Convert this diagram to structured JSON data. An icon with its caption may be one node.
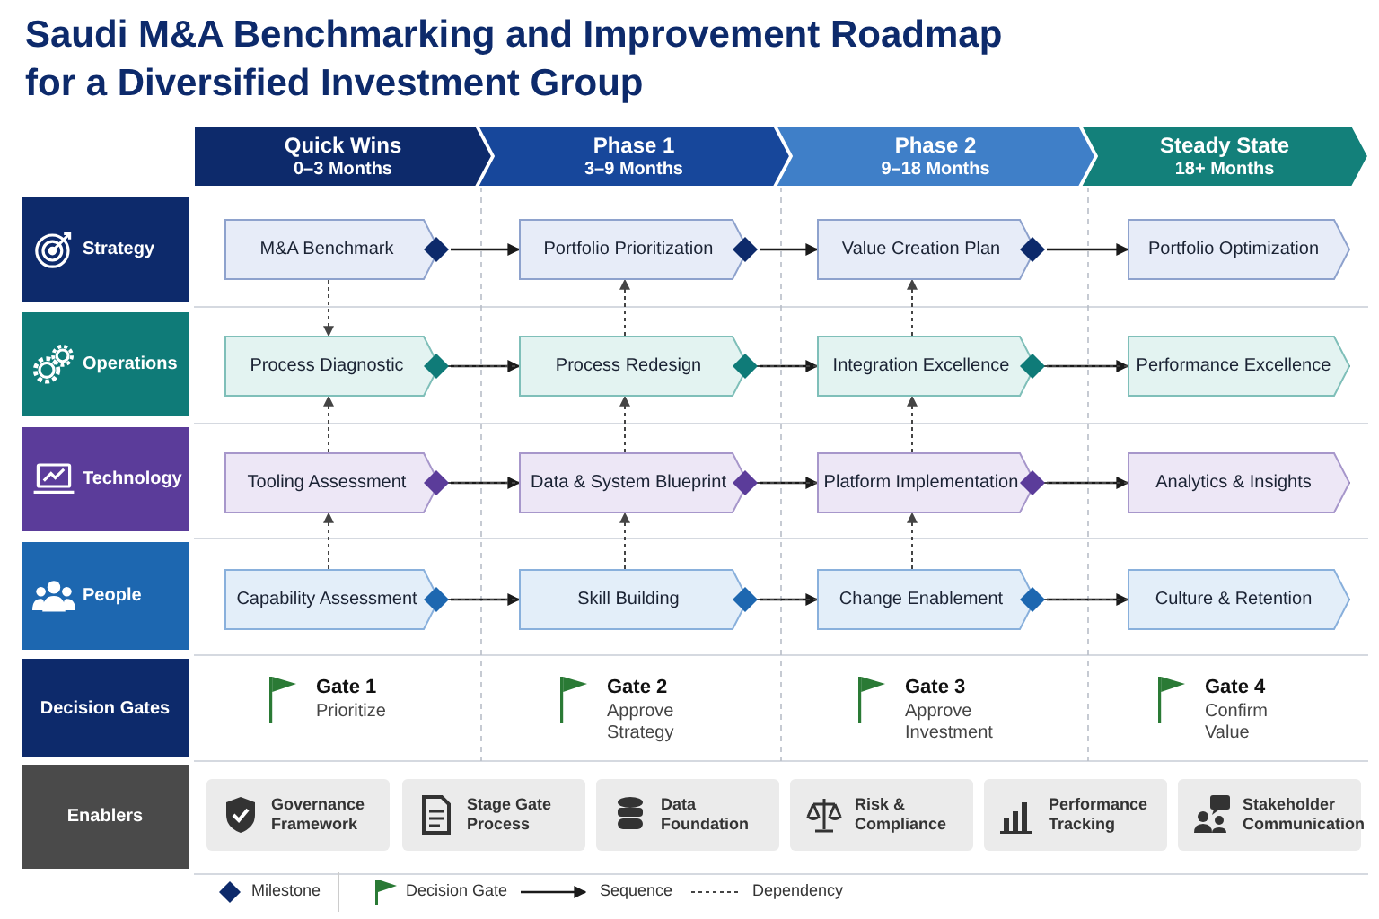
{
  "diagram": {
    "title": "Saudi M&A Benchmarking and Improvement Roadmap for a Diversified Investment Group",
    "nodes": [
      {
        "text": [
          "Quick Wins",
          "0–3 Months"
        ]
      },
      {
        "text": [
          "Phase 1",
          "3–9 Months"
        ]
      },
      {
        "text": [
          "Phase 2",
          "9–18 Months"
        ]
      },
      {
        "text": [
          "Steady State",
          "18+ Months"
        ]
      },
      {
        "text": [
          "Strategy"
        ]
      },
      {
        "text": [
          "Operations"
        ]
      },
      {
        "text": [
          "Technology"
        ]
      },
      {
        "text": [
          "People"
        ]
      },
      {
        "text": [
          "Decision Gates"
        ]
      },
      {
        "text": [
          "Enablers"
        ]
      },
      {
        "text": [
          "M&A Benchmark"
        ]
      },
      {
        "text": [
          "Portfolio Prioritization"
        ]
      },
      {
        "text": [
          "Value Creation Plan"
        ]
      },
      {
        "text": [
          "Portfolio Optimization"
        ]
      },
      {
        "text": [
          "Process Diagnostic"
        ]
      },
      {
        "text": [
          "Process Redesign"
        ]
      },
      {
        "text": [
          "Integration Excellence"
        ]
      },
      {
        "text": [
          "Performance Excellence"
        ]
      },
      {
        "text": [
          "Tooling Assessment"
        ]
      },
      {
        "text": [
          "Data & System Blueprint"
        ]
      },
      {
        "text": [
          "Platform Implementation"
        ]
      },
      {
        "text": [
          "Analytics & Insights"
        ]
      },
      {
        "text": [
          "Capability Assessment"
        ]
      },
      {
        "text": [
          "Skill Building"
        ]
      },
      {
        "text": [
          "Change Enablement"
        ]
      },
      {
        "text": [
          "Culture & Retention"
        ]
      },
      {
        "text": [
          "Gate 1",
          "Prioritize"
        ]
      },
      {
        "text": [
          "Gate 2",
          "Approve Strategy"
        ]
      },
      {
        "text": [
          "Gate 3",
          "Approve Investment"
        ]
      },
      {
        "text": [
          "Gate 4",
          "Confirm Value"
        ]
      },
      {
        "text": [
          "Governance Framework"
        ]
      },
      {
        "text": [
          "Stage Gate Process"
        ]
      },
      {
        "text": [
          "Data Foundation"
        ]
      },
      {
        "text": [
          "Risk & Compliance"
        ]
      },
      {
        "text": [
          "Performance Tracking"
        ]
      },
      {
        "text": [
          "Stakeholder Communication"
        ]
      }
    ],
    "edges": [
      {
        "from": 10,
        "to": 11,
        "arrow": "to"
      },
      {
        "from": 11,
        "to": 12,
        "arrow": "to"
      },
      {
        "from": 12,
        "to": 13,
        "arrow": "to"
      },
      {
        "from": 14,
        "to": 15,
        "arrow": "to"
      },
      {
        "from": 15,
        "to": 16,
        "arrow": "to"
      },
      {
        "from": 16,
        "to": 17,
        "arrow": "to"
      },
      {
        "from": 18,
        "to": 19,
        "arrow": "to"
      },
      {
        "from": 19,
        "to": 20,
        "arrow": "to"
      },
      {
        "from": 20,
        "to": 21,
        "arrow": "to"
      },
      {
        "from": 22,
        "to": 23,
        "arrow": "to"
      },
      {
        "from": 23,
        "to": 24,
        "arrow": "to"
      },
      {
        "from": 24,
        "to": 25,
        "arrow": "to"
      },
      {
        "from": 10,
        "to": 14,
        "arrow": "to",
        "style": "dashed"
      },
      {
        "from": 15,
        "to": 11,
        "arrow": "to",
        "style": "dashed"
      },
      {
        "from": 15,
        "to": 14,
        "arrow": "to",
        "style": "dashed"
      },
      {
        "from": 16,
        "to": 12,
        "arrow": "to",
        "style": "dashed"
      },
      {
        "from": 16,
        "to": 15,
        "arrow": "to",
        "style": "dashed"
      },
      {
        "from": 17,
        "to": 16,
        "arrow": "to",
        "style": "dashed"
      },
      {
        "from": 18,
        "to": 14,
        "arrow": "to",
        "style": "dashed"
      },
      {
        "from": 19,
        "to": 15,
        "arrow": "to",
        "style": "dashed"
      },
      {
        "from": 19,
        "to": 18,
        "arrow": "to",
        "style": "dashed"
      },
      {
        "from": 20,
        "to": 16,
        "arrow": "to",
        "style": "dashed"
      },
      {
        "from": 20,
        "to": 19,
        "arrow": "to",
        "style": "dashed"
      },
      {
        "from": 21,
        "to": 20,
        "arrow": "to",
        "style": "dashed"
      },
      {
        "from": 22,
        "to": 18,
        "arrow": "to",
        "style": "dashed"
      },
      {
        "from": 23,
        "to": 19,
        "arrow": "to",
        "style": "dashed"
      },
      {
        "from": 23,
        "to": 22,
        "arrow": "to",
        "style": "dashed"
      },
      {
        "from": 24,
        "to": 20,
        "arrow": "to",
        "style": "dashed"
      },
      {
        "from": 24,
        "to": 23,
        "arrow": "to",
        "style": "dashed"
      },
      {
        "from": 25,
        "to": 24,
        "arrow": "to",
        "style": "dashed"
      }
    ],
    "legend": [
      {
        "text": "Milestone"
      },
      {
        "text": "Decision Gate"
      },
      {
        "text": "Sequence"
      },
      {
        "text": "Dependency"
      }
    ]
  }
}
